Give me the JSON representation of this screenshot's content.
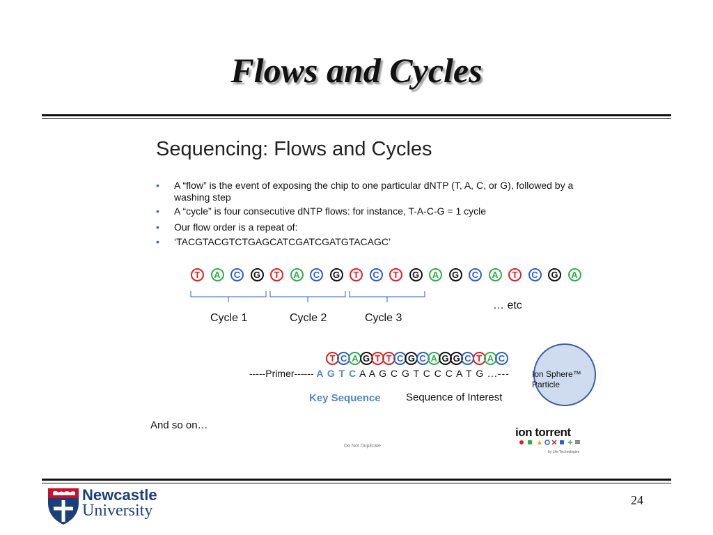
{
  "slide": {
    "title": "Flows and Cycles",
    "page_number": "24"
  },
  "content": {
    "inner_title": "Sequencing: Flows and Cycles",
    "bullets": [
      "A “flow” is the event of exposing the chip to one particular dNTP (T, A, C, or G), followed by a washing step",
      "A “cycle” is four consecutive dNTP flows: for instance, T-A-C-G = 1 cycle",
      "Our flow order is a repeat of:",
      "‘TACGTACGTCTGAGCATCGATCGATGTACAGC’"
    ],
    "flow_row": [
      "T",
      "A",
      "C",
      "G",
      "T",
      "A",
      "C",
      "G",
      "T",
      "C",
      "T",
      "G",
      "A",
      "G",
      "C",
      "A",
      "T",
      "C",
      "G",
      "A"
    ],
    "cycle_labels": [
      "Cycle 1",
      "Cycle 2",
      "Cycle 3"
    ],
    "etc_label": "… etc",
    "bead_row": [
      "T",
      "C",
      "A",
      "G",
      "T",
      "T",
      "C",
      "G",
      "C",
      "A",
      "G",
      "G",
      "C",
      "T",
      "A",
      "C"
    ],
    "strand": {
      "primer": "-----Primer------",
      "key": "A G T C",
      "sequence": "A A G C G T C C C A T G ...---"
    },
    "ion_sphere_label": "Ion Sphere™ Particle",
    "key_sequence_label": "Key Sequence",
    "sequence_of_interest_label": "Sequence of Interest",
    "and_so_on": "And so on…",
    "do_not_duplicate": "Do Not Duplicate",
    "logo": {
      "name": "ion torrent",
      "sub": "by Life Technologies"
    }
  },
  "university": {
    "line1": "Newcastle",
    "line2": "University"
  },
  "colors": {
    "T": "#e02020",
    "A": "#2fae4a",
    "C": "#2a5fd0",
    "G": "#111111",
    "key_sequence": "#4f86d6",
    "university": "#1c3f7a"
  }
}
